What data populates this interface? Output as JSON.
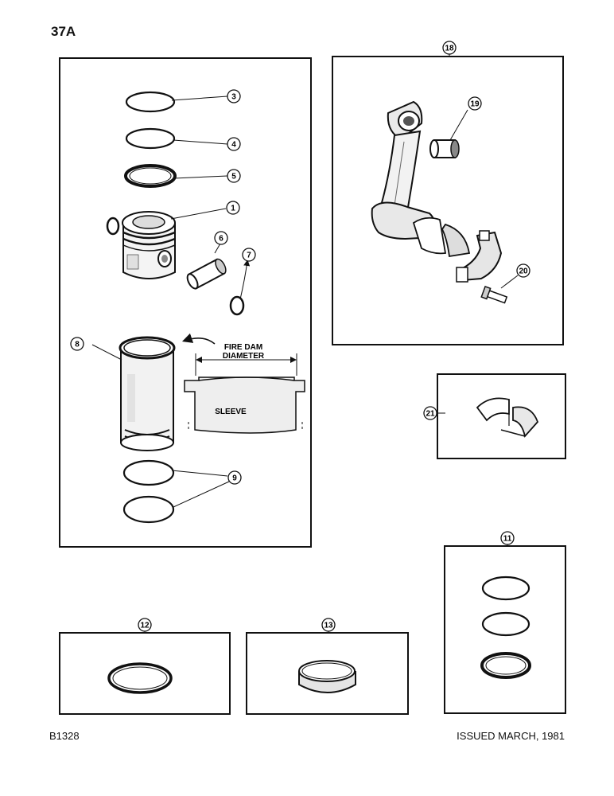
{
  "page": {
    "number": "37A"
  },
  "footer": {
    "code": "B1328",
    "issued": "ISSUED MARCH, 1981"
  },
  "callouts": {
    "c1": "1",
    "c3": "3",
    "c4": "4",
    "c5": "5",
    "c6": "6",
    "c7": "7",
    "c8": "8",
    "c9": "9",
    "c11": "11",
    "c12": "12",
    "c13": "13",
    "c18": "18",
    "c19": "19",
    "c20": "20",
    "c21": "21"
  },
  "labels": {
    "fire_dam_1": "FIRE DAM",
    "fire_dam_2": "DIAMETER",
    "sleeve": "SLEEVE"
  }
}
